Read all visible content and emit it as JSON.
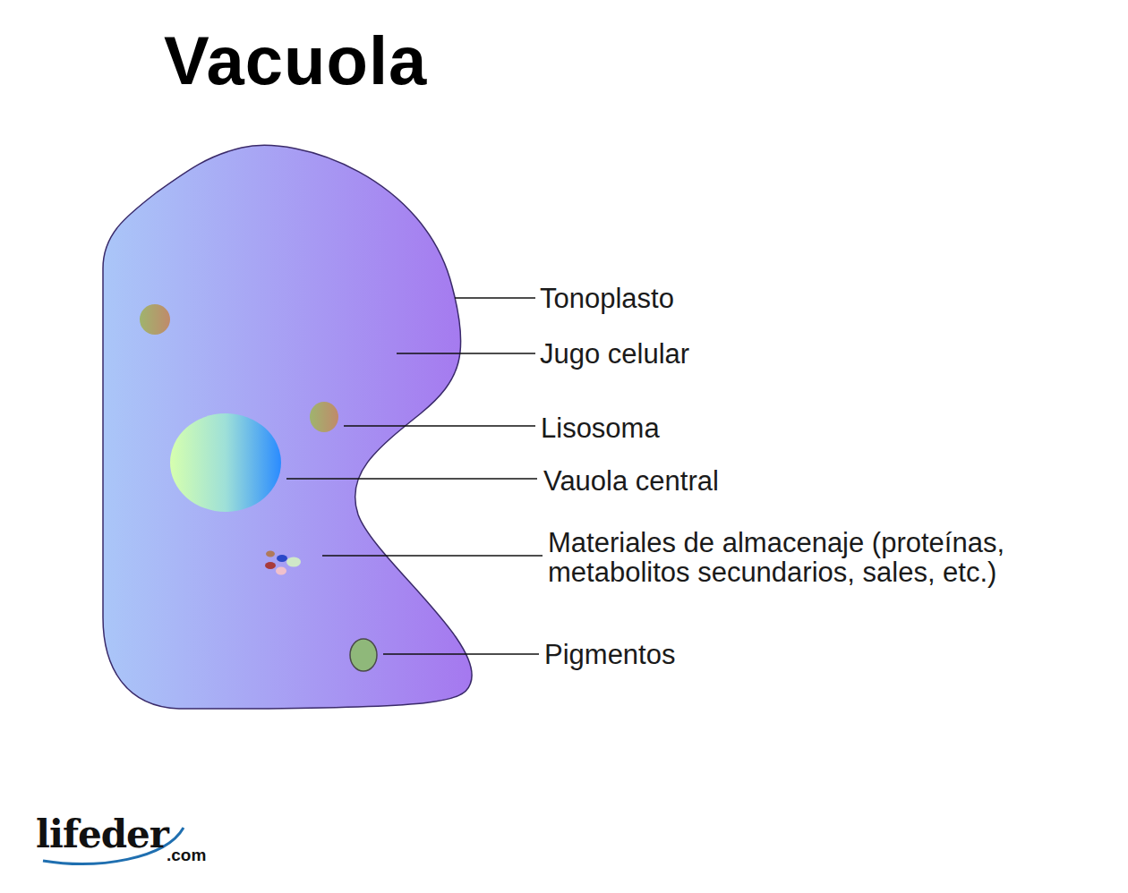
{
  "diagram": {
    "title": "Vacuola",
    "labels": [
      "Tonoplasto",
      "Jugo celular",
      "Lisosoma",
      "Vauola central",
      "Materiales de almacenaje (proteínas, metabolitos secundarios, sales, etc.)",
      "Pigmentos",
      "lifeder",
      ".com"
    ]
  }
}
